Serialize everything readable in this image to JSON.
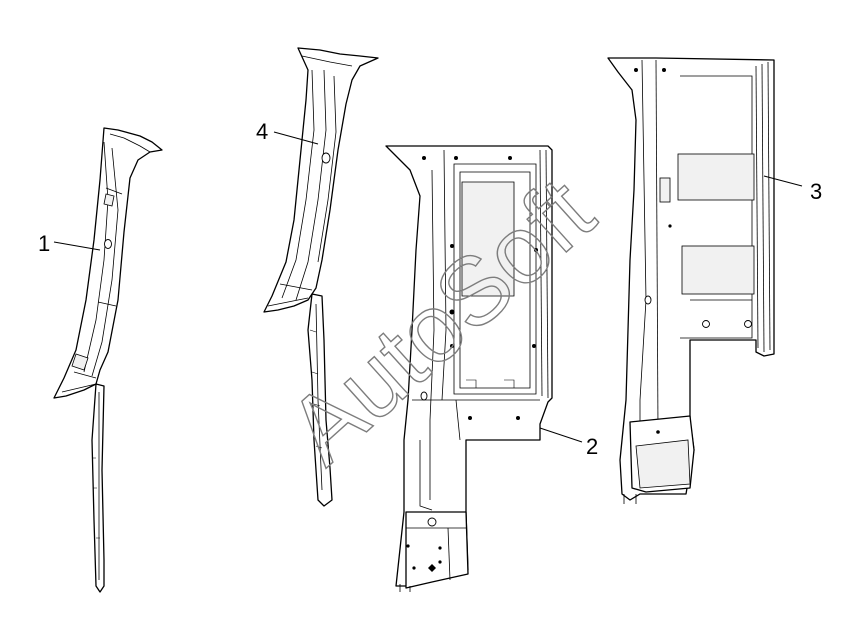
{
  "callouts": {
    "part_1": "1",
    "part_2": "2",
    "part_3": "3",
    "part_4": "4"
  },
  "watermark": "AutoSoft",
  "colors": {
    "line": "#000000",
    "background": "#ffffff",
    "watermark": "#7d7d7d"
  }
}
